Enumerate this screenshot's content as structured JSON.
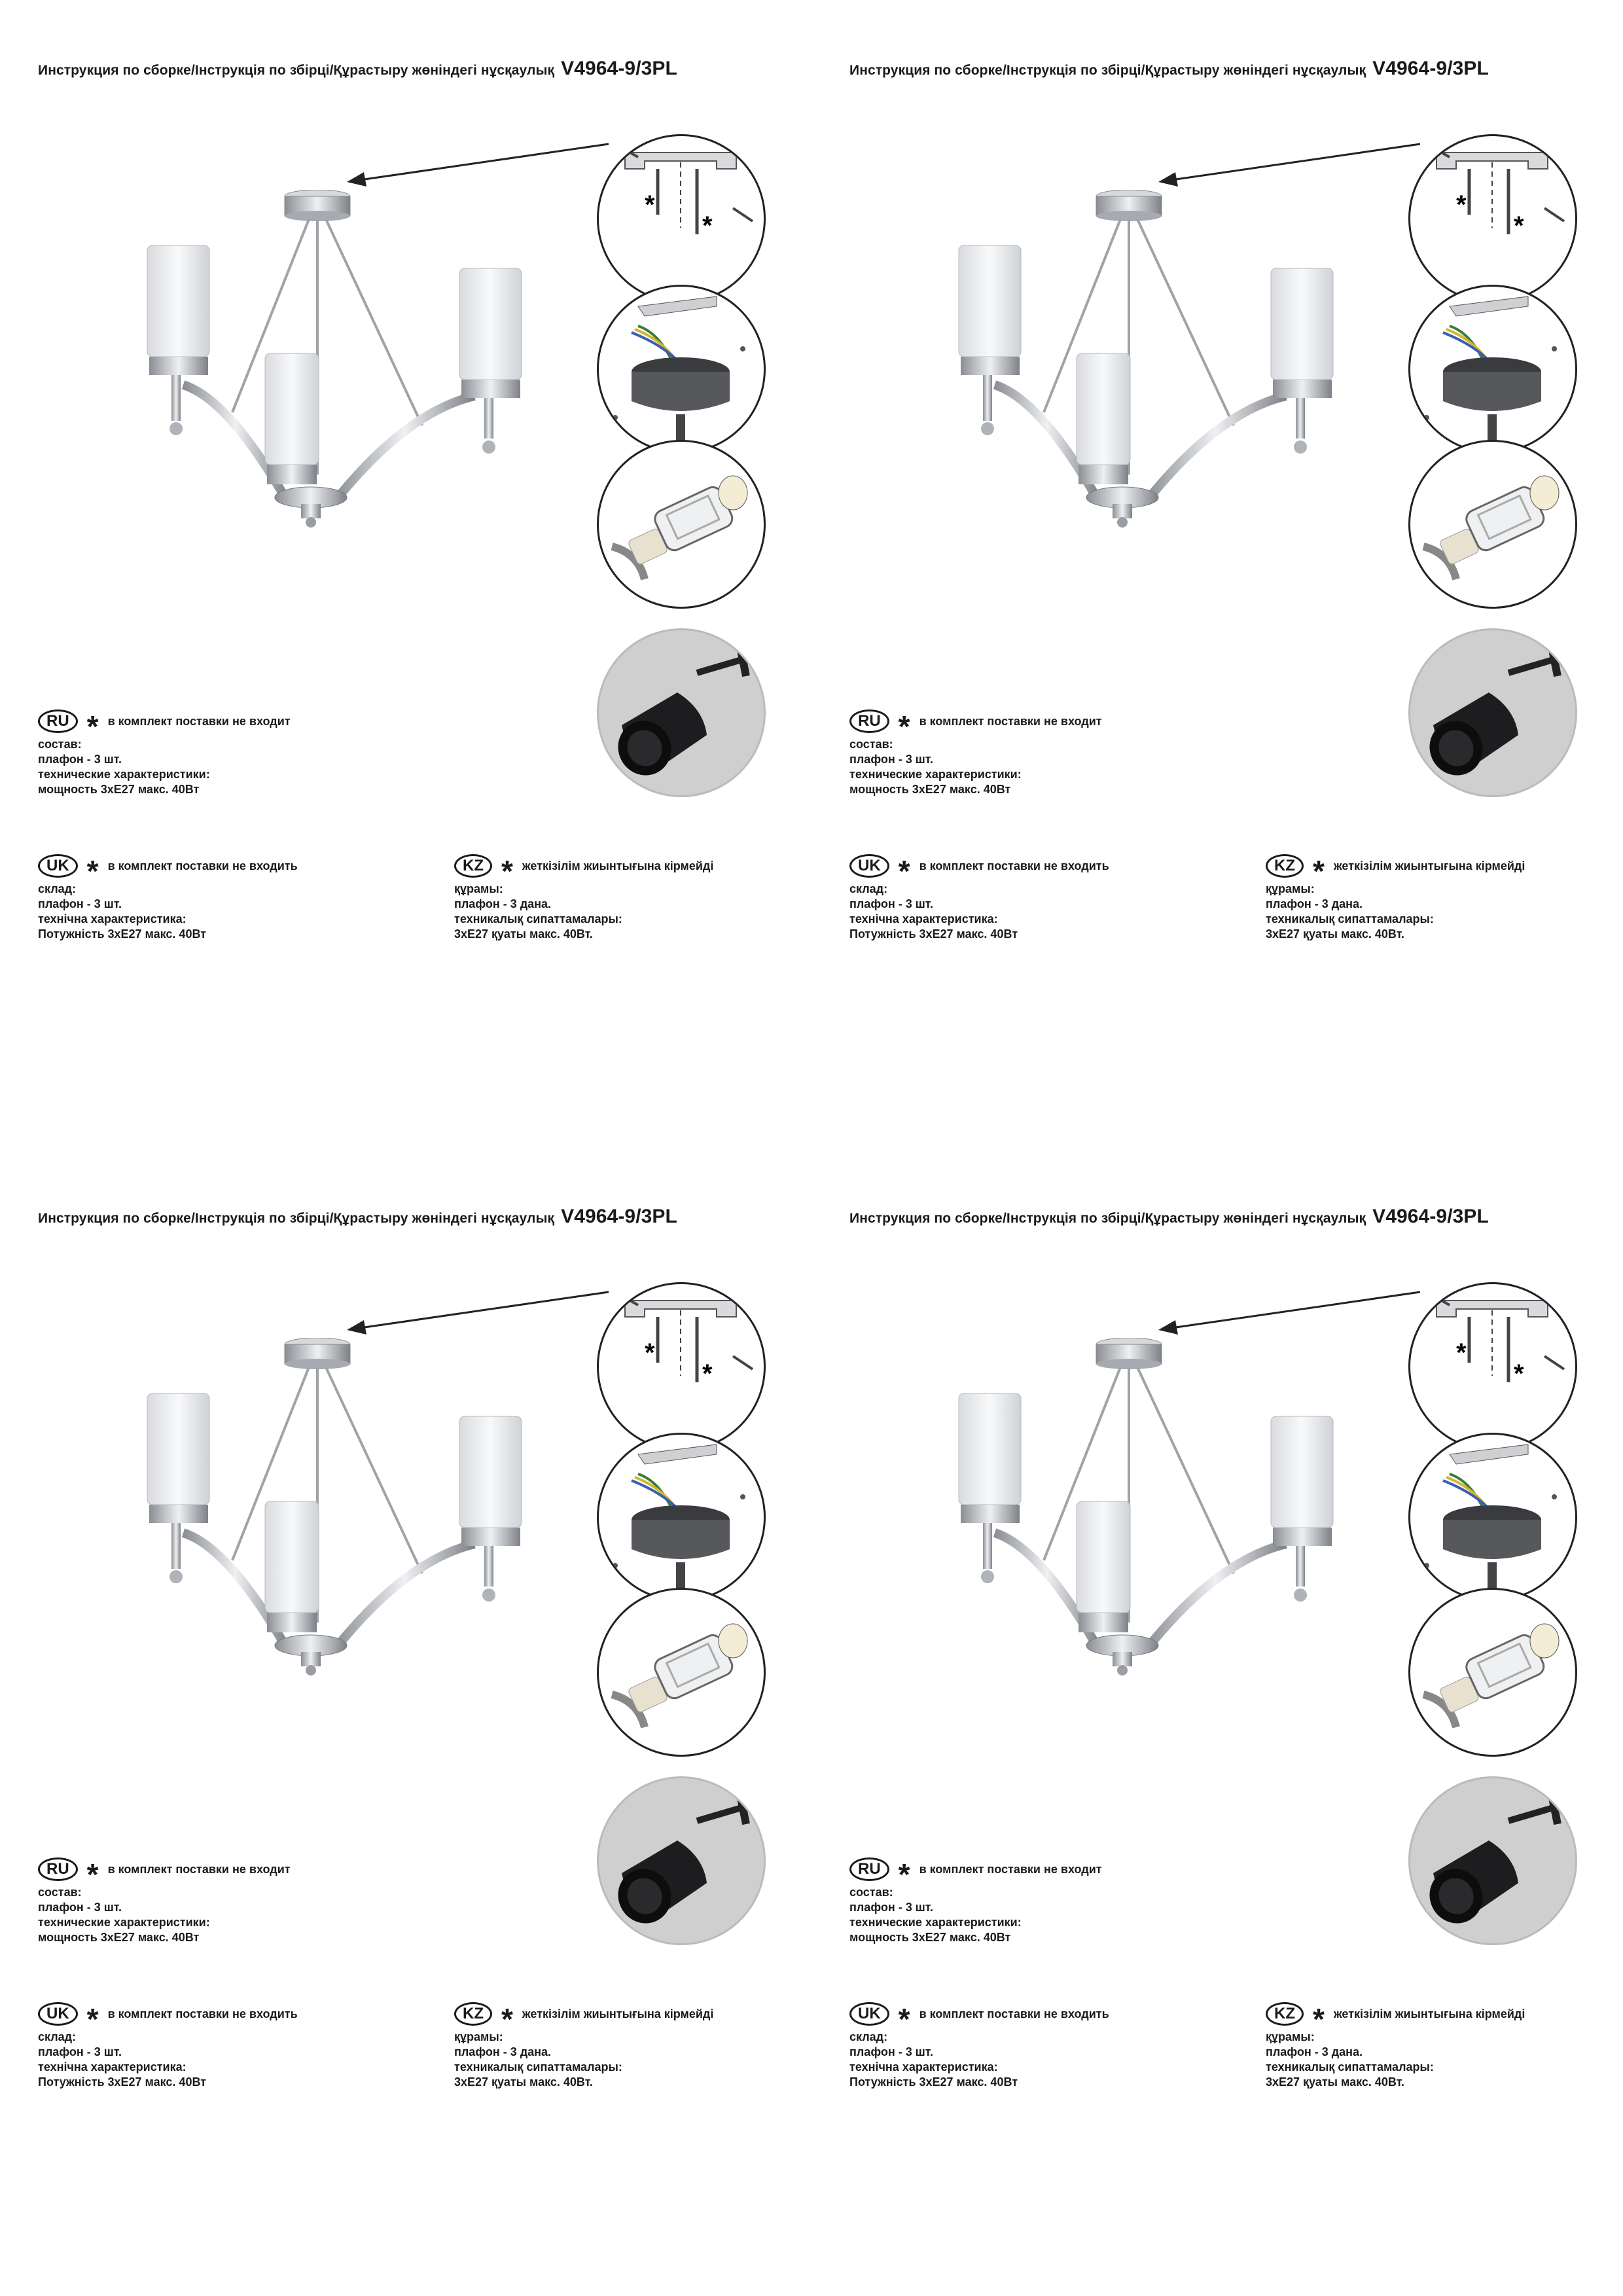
{
  "panel": {
    "title": "Инструкция по сборке/Інструкція по збірці/Құрастыру жөніндегі нұсқаулық",
    "model": "V4964-9/3PL",
    "star": "*",
    "ru": {
      "badge": "RU",
      "excluded": "в комплект поставки не входит",
      "lines": [
        "состав:",
        "плафон - 3 шт.",
        "технические характеристики:",
        "мощность 3хЕ27 макс. 40Вт"
      ]
    },
    "uk": {
      "badge": "UK",
      "excluded": "в комплект поставки не входить",
      "lines": [
        "склад:",
        "плафон - 3 шт.",
        "технічна характеристика:",
        "Потужність 3хЕ27 макс. 40Вт"
      ]
    },
    "kz": {
      "badge": "KZ",
      "excluded": "жеткізілім жиынтығына кірмейді",
      "lines": [
        "құрамы:",
        "плафон - 3 дана.",
        "техникалық сипаттамалары:",
        "3хЕ27 қуаты макс. 40Вт."
      ]
    }
  },
  "icons": [
    "arrow-icon",
    "chandelier-image",
    "mounting-bracket-icon",
    "ceiling-cup-wiring-icon",
    "bulb-install-icon",
    "e27-socket-icon"
  ],
  "colors": {
    "text": "#1a1a1a",
    "chrome": "#b9bcc2",
    "frost": "#eceef0",
    "socket_bg": "#cfcfcf"
  }
}
